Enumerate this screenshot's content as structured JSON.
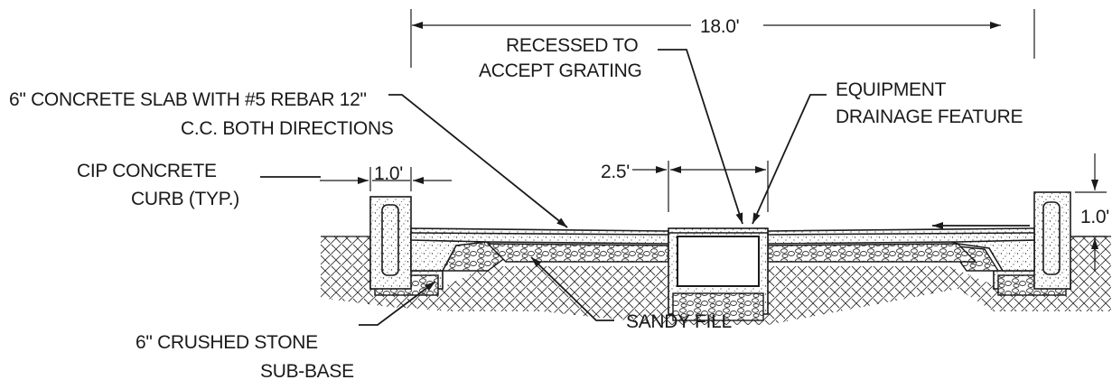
{
  "labels": {
    "overall_width": "18.0'",
    "recessed_1": "RECESSED TO",
    "recessed_2": "ACCEPT GRATING",
    "slab_1": "6\" CONCRETE SLAB WITH #5 REBAR 12\"",
    "slab_2": "C.C. BOTH DIRECTIONS",
    "equip_1": "EQUIPMENT",
    "equip_2": "DRAINAGE FEATURE",
    "curb_1": "CIP CONCRETE",
    "curb_2": "CURB (TYP.)",
    "curb_width": "1.0'",
    "drain_width": "2.5'",
    "curb_height": "1.0'",
    "crushed_1": "6\" CRUSHED STONE",
    "crushed_2": "SUB-BASE",
    "sandy_fill": "SANDY FILL"
  },
  "colors": {
    "ink": "#1a1a1a",
    "background": "#ffffff"
  }
}
